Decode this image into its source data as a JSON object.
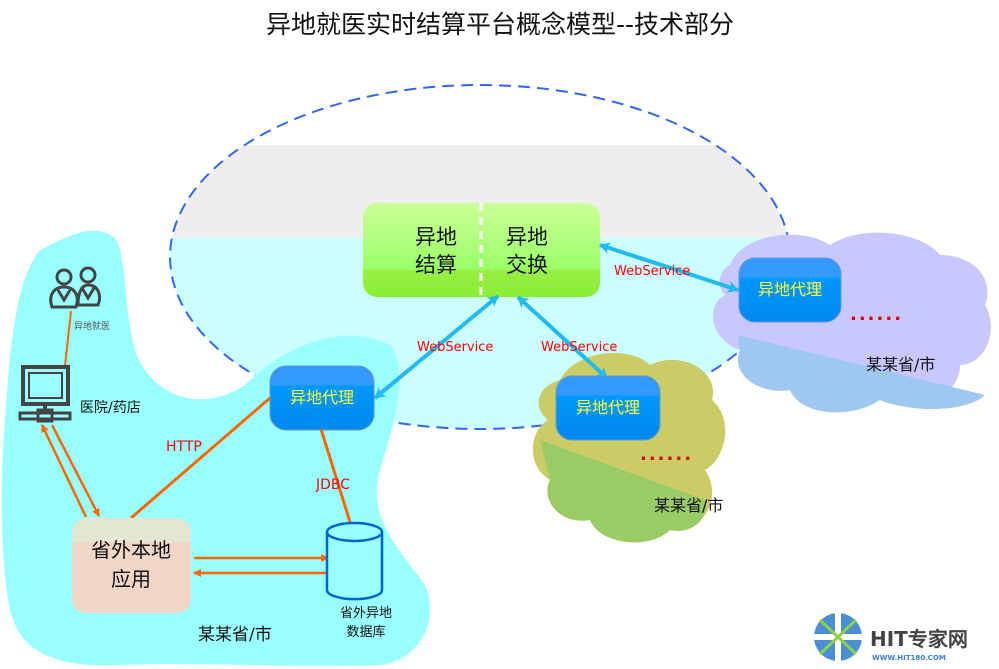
{
  "title": "异地就医实时结算平台概念模型--技术部分",
  "center": {
    "left_line1": "异地",
    "left_line2": "结算",
    "right_line1": "异地",
    "right_line2": "交换"
  },
  "proxy_label": "异地代理",
  "protocols": {
    "webservice": "WebService",
    "http": "HTTP",
    "jdbc": "JDBC"
  },
  "left_region": {
    "patient_label": "异地就医",
    "hospital_label": "医院/药店",
    "app_line1": "省外本地",
    "app_line2": "应用",
    "db_line1": "省外异地",
    "db_line2": "数据库",
    "region_label": "某某省/市"
  },
  "right_region": {
    "region_label": "某某省/市",
    "ellipsis": "......"
  },
  "middle_region": {
    "region_label": "某某省/市",
    "ellipsis": "......"
  },
  "watermark": {
    "brand": "HIT专家网",
    "url": "WWW.HIT180.COM"
  },
  "colors": {
    "orange": "#ff6600",
    "cyan_arrow": "#22bbee",
    "red_text": "#ff0000",
    "proxy_blue": "#1199ff",
    "proxy_text": "#ffff33"
  }
}
